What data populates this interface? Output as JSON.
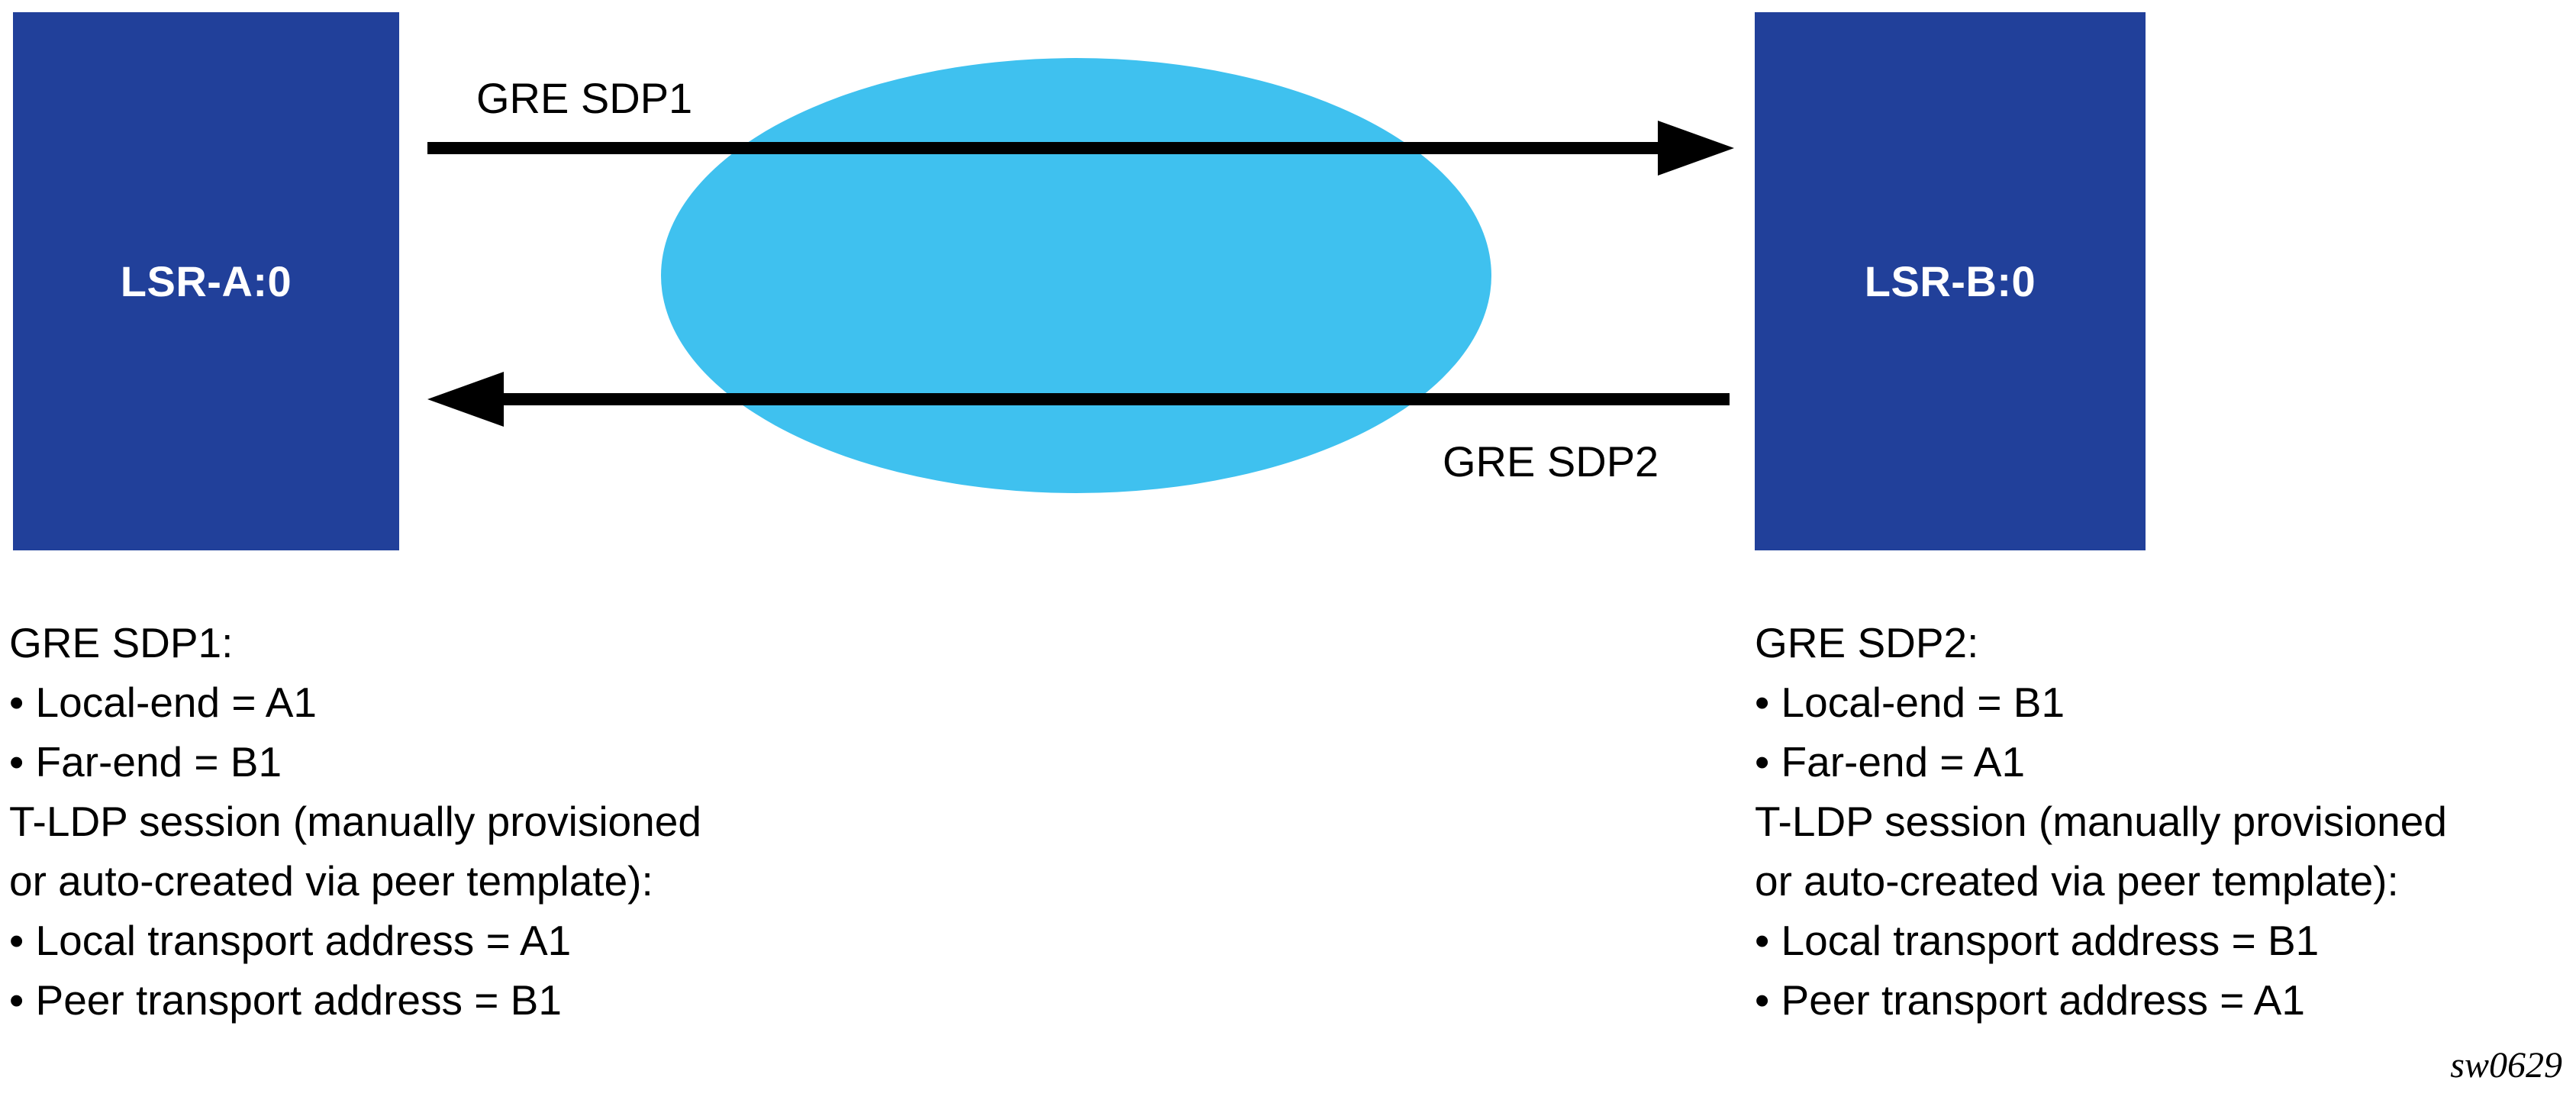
{
  "colors": {
    "node_fill": "#21409a",
    "cloud_fill": "#3fc1ef",
    "arrow": "#000000",
    "text": "#000000"
  },
  "nodes": {
    "left": {
      "label": "LSR-A:0"
    },
    "right": {
      "label": "LSR-B:0"
    }
  },
  "arrows": {
    "top": {
      "label": "GRE SDP1",
      "direction": "left-to-right"
    },
    "bottom": {
      "label": "GRE SDP2",
      "direction": "right-to-left"
    }
  },
  "notes": {
    "left": {
      "lines": [
        "GRE SDP1:",
        "• Local-end = A1",
        "• Far-end = B1",
        "T-LDP session (manually provisioned",
        "or auto-created via peer template):",
        "• Local transport address = A1",
        "• Peer transport address = B1"
      ]
    },
    "right": {
      "lines": [
        "GRE SDP2:",
        "• Local-end = B1",
        "• Far-end = A1",
        "T-LDP session (manually provisioned",
        "or auto-created via peer template):",
        "• Local transport address = B1",
        "• Peer transport address = A1"
      ]
    }
  },
  "figure_id": "sw0629"
}
